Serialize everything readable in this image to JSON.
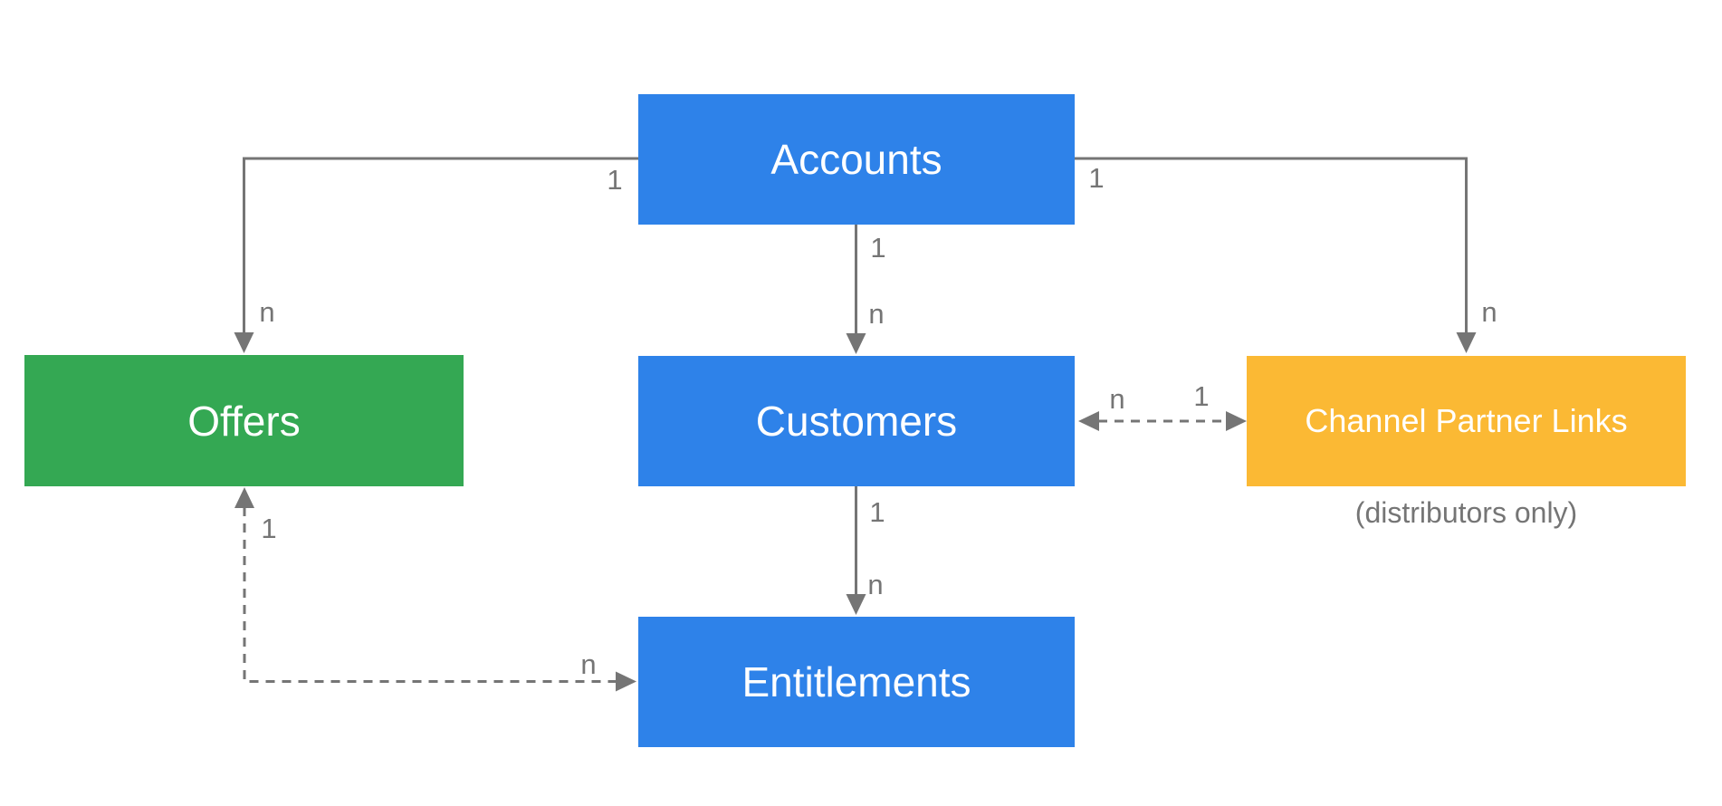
{
  "diagram": {
    "nodes": {
      "accounts": {
        "label": "Accounts",
        "color": "#2E82E9"
      },
      "offers": {
        "label": "Offers",
        "color": "#34A853"
      },
      "customers": {
        "label": "Customers",
        "color": "#2E82E9"
      },
      "channel_partner_links": {
        "label": "Channel Partner Links",
        "color": "#FBB934",
        "caption": "(distributors only)"
      },
      "entitlements": {
        "label": "Entitlements",
        "color": "#2E82E9"
      }
    },
    "edges": {
      "accounts_to_offers": {
        "from": "Accounts",
        "to": "Offers",
        "style": "solid",
        "arrows": "to",
        "from_label": "1",
        "to_label": "n"
      },
      "accounts_to_customers": {
        "from": "Accounts",
        "to": "Customers",
        "style": "solid",
        "arrows": "to",
        "from_label": "1",
        "to_label": "n"
      },
      "accounts_to_channel_partner_links": {
        "from": "Accounts",
        "to": "Channel Partner Links",
        "style": "solid",
        "arrows": "to",
        "from_label": "1",
        "to_label": "n"
      },
      "customers_channel_partner_links": {
        "from": "Customers",
        "to": "Channel Partner Links",
        "style": "dashed",
        "arrows": "both",
        "from_label": "n",
        "to_label": "1"
      },
      "customers_to_entitlements": {
        "from": "Customers",
        "to": "Entitlements",
        "style": "solid",
        "arrows": "to",
        "from_label": "1",
        "to_label": "n"
      },
      "offers_entitlements": {
        "from": "Offers",
        "to": "Entitlements",
        "style": "dashed",
        "arrows": "both",
        "from_label": "1",
        "to_label": "n"
      }
    },
    "line_color": "#757575",
    "label_color": "#757575",
    "background": "#FFFFFF"
  }
}
